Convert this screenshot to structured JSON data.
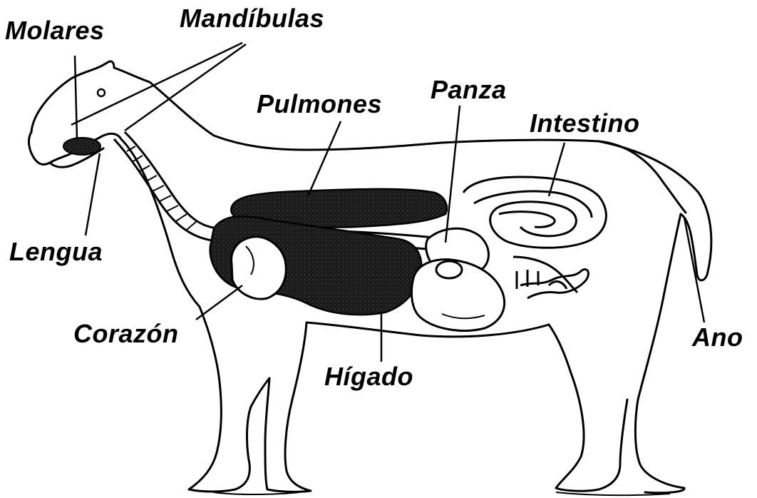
{
  "labels": {
    "molares": "Molares",
    "mandibulas": "Mandíbulas",
    "pulmones": "Pulmones",
    "panza": "Panza",
    "intestino": "Intestino",
    "lengua": "Lengua",
    "corazon": "Corazón",
    "higado": "Hígado",
    "ano": "Ano"
  },
  "colors": {
    "ink": "#000000",
    "paper": "#ffffff"
  }
}
